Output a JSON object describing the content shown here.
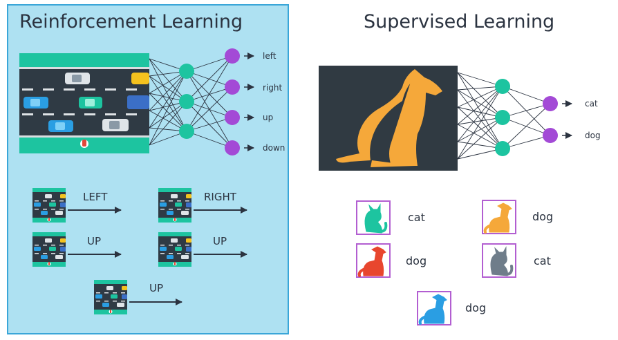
{
  "colors": {
    "panel_bg": "#aee1f2",
    "panel_border": "#3aa6d8",
    "road": "#2f3a44",
    "grass": "#1dc4a0",
    "node_hidden": "#1dc4a0",
    "node_output": "#a34ad6",
    "dog_orange": "#f5a83a",
    "photo_bg": "#303a42",
    "frame_purple": "#b25ed1"
  },
  "reinforcement": {
    "title": "Reinforcement Learning",
    "outputs": [
      "left",
      "right",
      "up",
      "down"
    ],
    "examples": [
      {
        "action": "LEFT"
      },
      {
        "action": "RIGHT"
      },
      {
        "action": "UP"
      },
      {
        "action": "UP"
      },
      {
        "action": "UP"
      }
    ]
  },
  "supervised": {
    "title": "Supervised Learning",
    "outputs": [
      "cat",
      "dog"
    ],
    "examples": [
      {
        "label": "cat",
        "icon": "teal-cat-icon"
      },
      {
        "label": "dog",
        "icon": "orange-dog-icon"
      },
      {
        "label": "dog",
        "icon": "red-dog-icon"
      },
      {
        "label": "cat",
        "icon": "gray-cat-icon"
      },
      {
        "label": "dog",
        "icon": "blue-poodle-icon"
      }
    ]
  }
}
